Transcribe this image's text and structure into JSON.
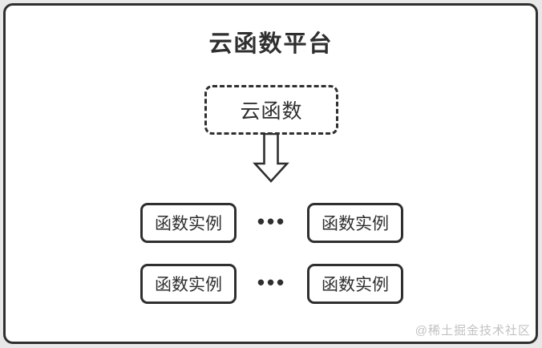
{
  "diagram": {
    "title": "云函数平台",
    "cloud_function": {
      "label": "云函数"
    },
    "rows": [
      {
        "left_box": "函数实例",
        "ellipsis": "•••",
        "right_box": "函数实例"
      },
      {
        "left_box": "函数实例",
        "ellipsis": "•••",
        "right_box": "函数实例"
      }
    ],
    "watermark": "@稀土掘金技术社区"
  },
  "icons": {
    "arrow": "down-block-arrow-icon"
  },
  "colors": {
    "ink": "#2f2f2f",
    "canvas_background": "#ffffff",
    "outer_background": "#e8e8e8",
    "watermark_gray": "#c2c2c2"
  }
}
